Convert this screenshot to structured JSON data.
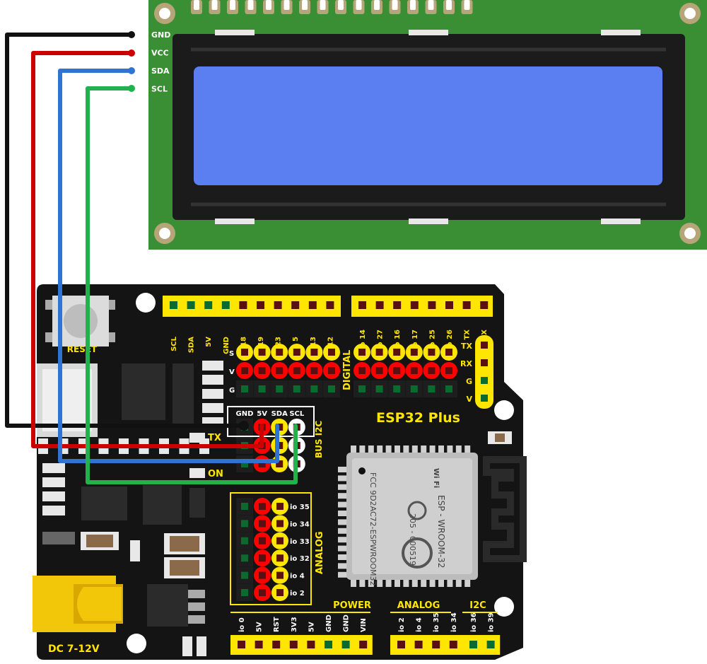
{
  "lcd": {
    "pins": [
      "GND",
      "VCC",
      "SDA",
      "SCL"
    ]
  },
  "board": {
    "title": "ESP32 Plus",
    "reset_label": "RESET",
    "power_jack_label": "DC 7-12V",
    "led_labels": [
      "TX",
      "ON"
    ],
    "top_left_header": [
      "SCL",
      "SDA",
      "5V",
      "GND",
      "io 18",
      "io 19",
      "io 23",
      "io 5",
      "io 13",
      "io 12"
    ],
    "top_right_header": [
      "io 14",
      "io 27",
      "io 16",
      "io 17",
      "io 25",
      "io 26",
      "TX",
      "RX"
    ],
    "digital_label": "DIGITAL",
    "svg_rows": [
      "S",
      "V",
      "G"
    ],
    "uart_labels": [
      "TX",
      "RX",
      "G",
      "V"
    ],
    "bus_i2c": {
      "title": "BUS I2C",
      "pins": [
        "GND",
        "5V",
        "SDA",
        "SCL"
      ]
    },
    "analog_vertical": {
      "title": "ANALOG",
      "pins": [
        "io 35",
        "io 34",
        "io 33",
        "io 32",
        "io 4",
        "io 2"
      ]
    },
    "bottom_groups": [
      {
        "title": "POWER",
        "pins": [
          "io 0",
          "5V",
          "RST",
          "3V3",
          "5V",
          "GND",
          "GND",
          "VIN"
        ]
      },
      {
        "title": "ANALOG",
        "pins": [
          "io 2",
          "io 4",
          "io 35",
          "io 34"
        ]
      },
      {
        "title": "I2C",
        "pins": [
          "io 36",
          "io 39"
        ]
      }
    ],
    "module": {
      "fcc_text": "FCC 9D2AC72-ESPWROOM32",
      "model_text": "ESP - WROOM-32",
      "code_text": "205 - 000519",
      "wifi_text": "Wi Fi"
    }
  },
  "colors": {
    "board": "#141414",
    "lcd_pcb": "#3a8f34",
    "lcd_screen": "#5b7ff0",
    "header_yellow": "#ffe600",
    "header_red": "#ff0000",
    "wire_gnd": "#111111",
    "wire_vcc": "#cc0000",
    "wire_sda": "#2f74d0",
    "wire_scl": "#22b14c"
  }
}
